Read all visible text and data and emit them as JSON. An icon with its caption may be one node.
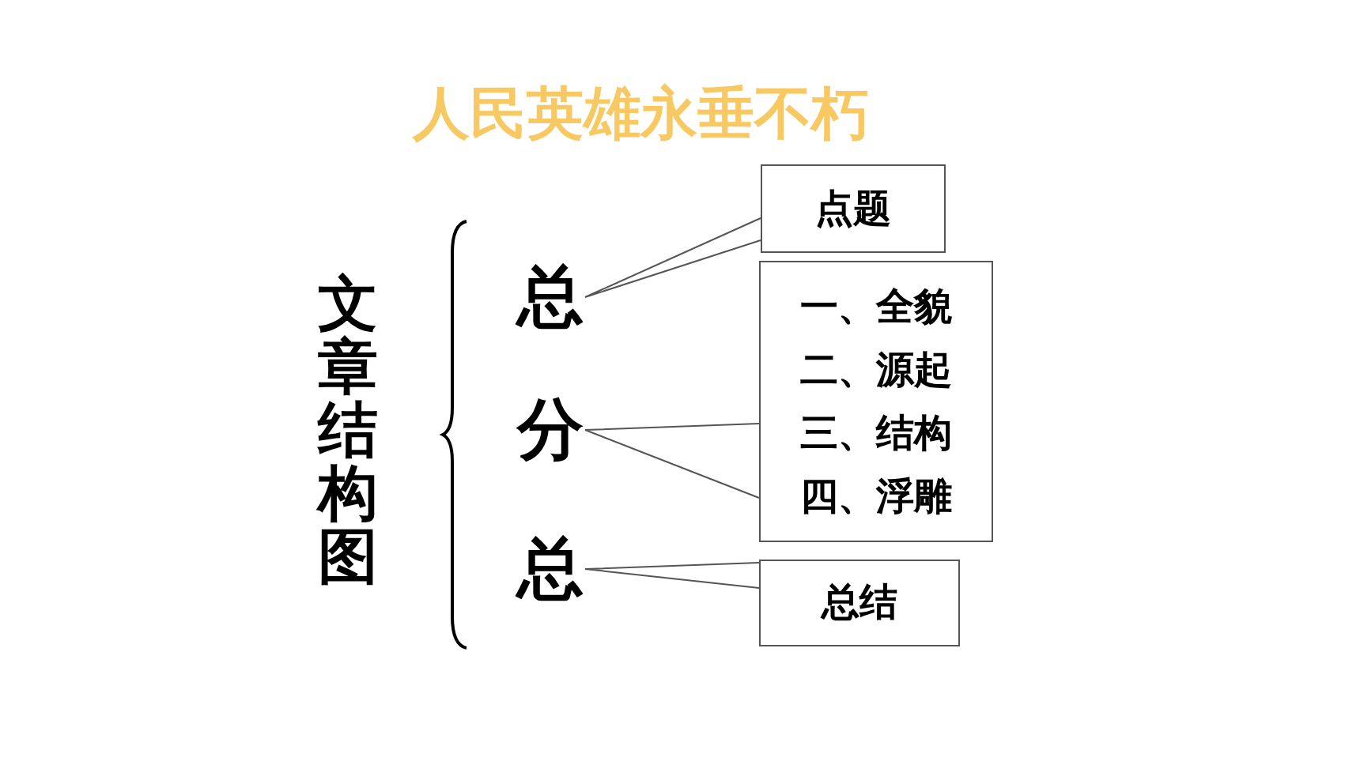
{
  "diagram": {
    "title": "人民英雄永垂不朽",
    "nodes": [
      {
        "text": [
          "文章结构图"
        ]
      },
      {
        "text": [
          "总"
        ]
      },
      {
        "text": [
          "分"
        ]
      },
      {
        "text": [
          "总"
        ]
      },
      {
        "text": [
          "点题"
        ]
      },
      {
        "text": [
          "一、全貌",
          "二、源起",
          "三、结构",
          "四、浮雕"
        ]
      },
      {
        "text": [
          "总结"
        ]
      }
    ],
    "edges": [
      {
        "from": 4,
        "to": 1,
        "arrow": "none"
      },
      {
        "from": 5,
        "to": 2,
        "arrow": "none"
      },
      {
        "from": 6,
        "to": 3,
        "arrow": "none"
      }
    ]
  }
}
